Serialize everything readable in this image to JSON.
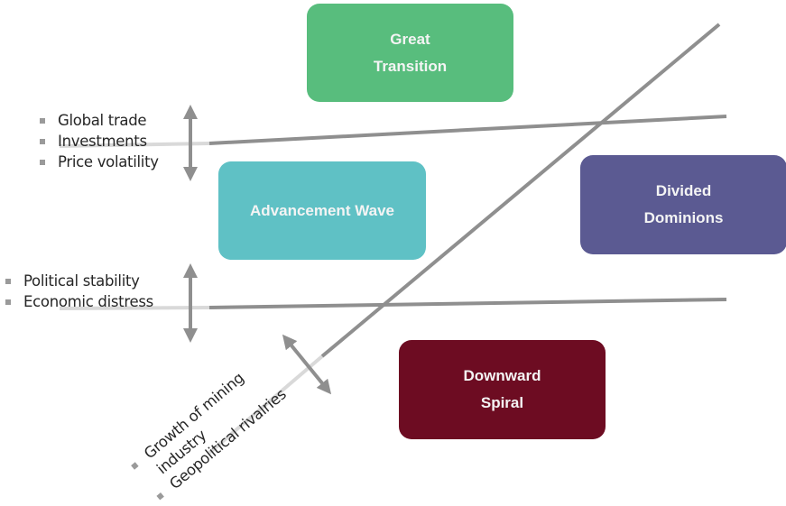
{
  "diagram": {
    "type": "scenario-matrix",
    "line_color": "#8f8f8f",
    "faded_line_color": "#d9d9d9"
  },
  "scenarios": {
    "great_transition": {
      "lines": [
        "Great",
        "Transition"
      ],
      "color": "#58bd7d"
    },
    "advancement_wave": {
      "lines": [
        "Advancement Wave"
      ],
      "color": "#5fc1c5"
    },
    "divided_dominions": {
      "lines": [
        "Divided",
        "Dominions"
      ],
      "color": "#5b5a92"
    },
    "downward_spiral": {
      "lines": [
        "Downward",
        "Spiral"
      ],
      "color": "#6d0c22"
    }
  },
  "drivers": {
    "upper": [
      "Global trade",
      "Investments",
      "Price volatility"
    ],
    "lower": [
      "Political stability",
      "Economic distress"
    ],
    "diagonal": [
      "Growth of mining",
      "industry",
      "Geopolitical rivalries"
    ]
  }
}
